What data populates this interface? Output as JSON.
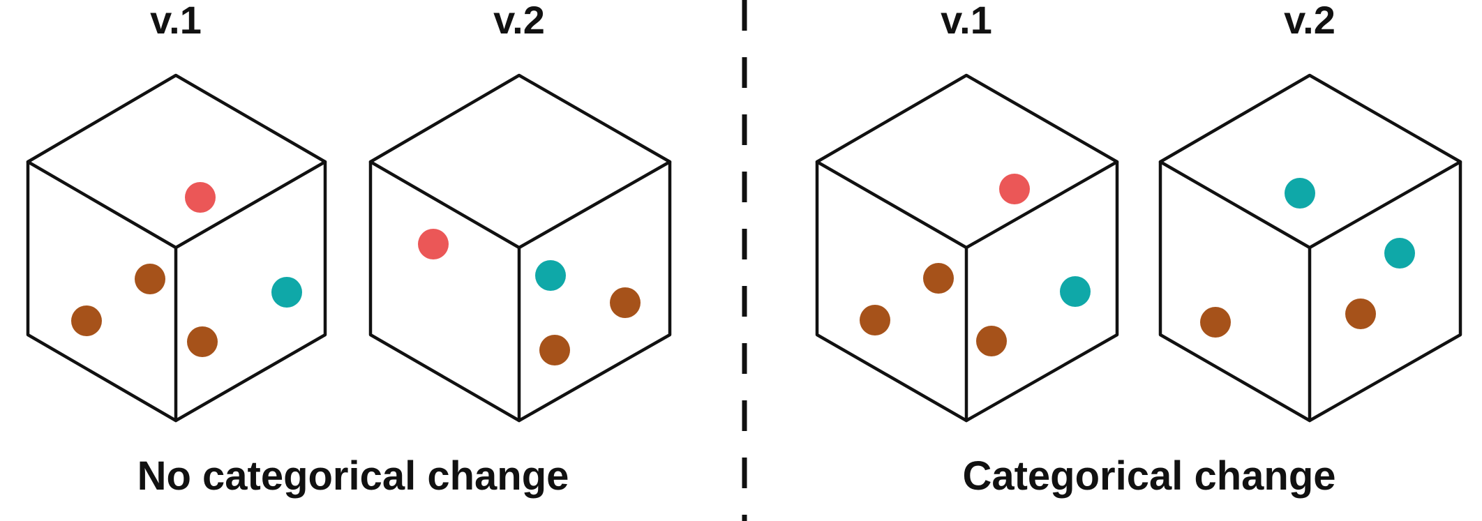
{
  "colors": {
    "red": "#EB5757",
    "teal": "#0FA8A8",
    "brown": "#A6521A",
    "line": "#111111"
  },
  "groups": [
    {
      "caption": "No categorical change",
      "cubes": [
        {
          "label": "v.1"
        },
        {
          "label": "v.2"
        }
      ]
    },
    {
      "caption": "Categorical change",
      "cubes": [
        {
          "label": "v.1"
        },
        {
          "label": "v.2"
        }
      ]
    }
  ]
}
